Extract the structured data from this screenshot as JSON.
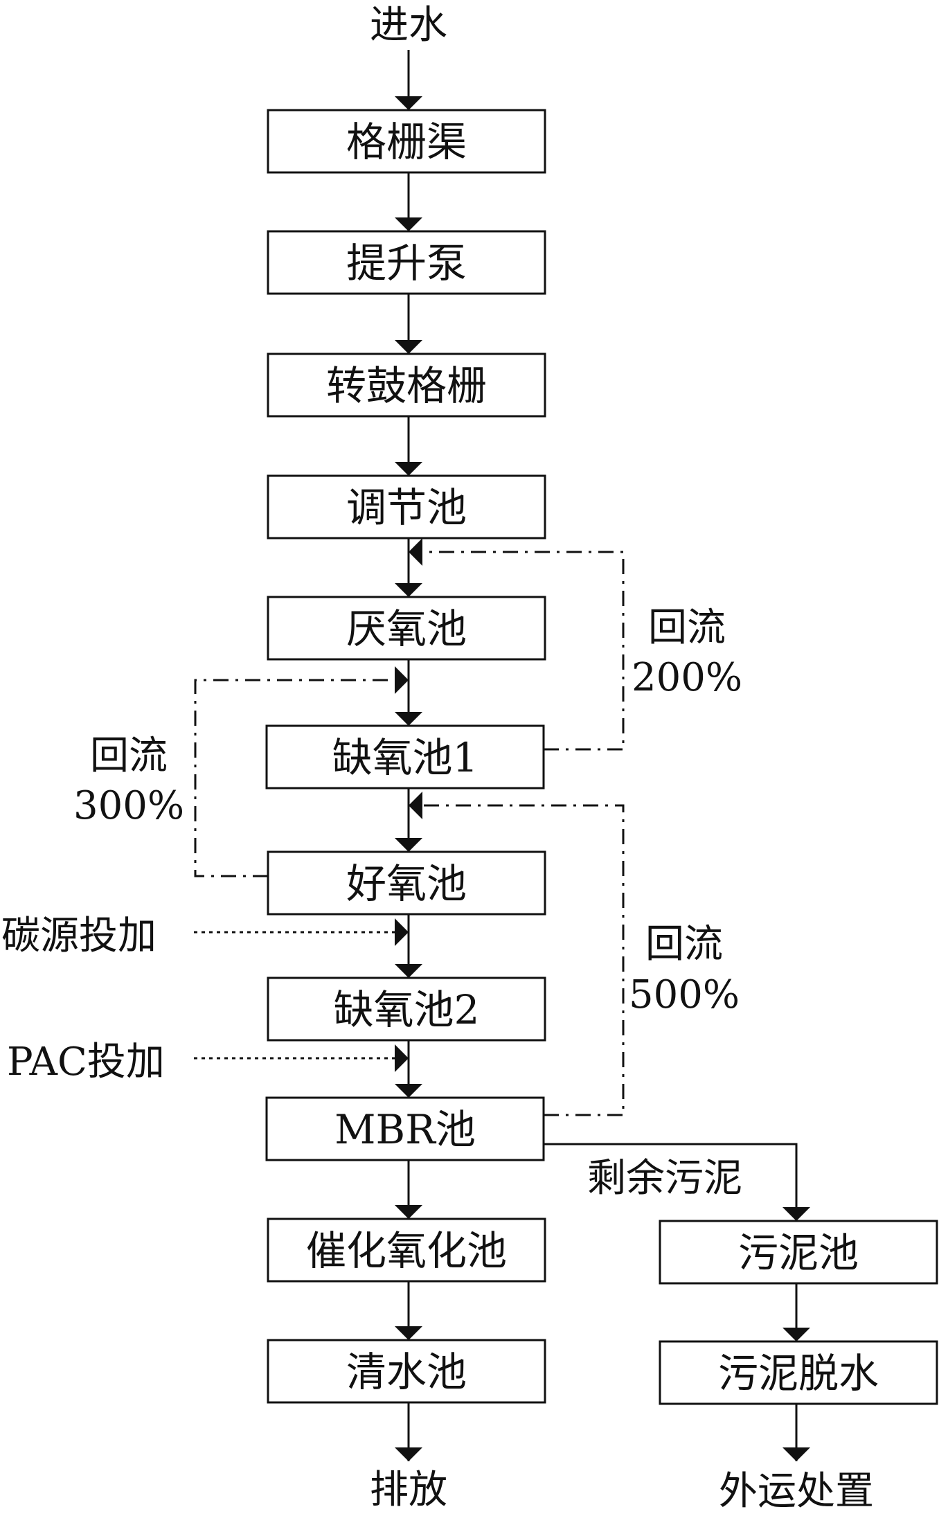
{
  "title": "",
  "nodes": {
    "inlet": "进水",
    "screen_channel": "格栅渠",
    "lift_pump": "提升泵",
    "drum_screen": "转鼓格栅",
    "equalization_tank": "调节池",
    "anaerobic_tank": "厌氧池",
    "anoxic_tank_1": "缺氧池1",
    "aerobic_tank": "好氧池",
    "anoxic_tank_2": "缺氧池2",
    "mbr_tank": "MBR池",
    "catalytic_oxidation_tank": "催化氧化池",
    "clear_water_tank": "清水池",
    "discharge": "排放",
    "sludge_tank": "污泥池",
    "sludge_dewatering": "污泥脱水",
    "external_disposal": "外运处置"
  },
  "inputs": {
    "carbon_dosing": "碳源投加",
    "pac_dosing": "PAC投加"
  },
  "labels": {
    "excess_sludge": "剩余污泥"
  },
  "recycles": {
    "r200": {
      "word": "回流",
      "ratio": "200%"
    },
    "r300": {
      "word": "回流",
      "ratio": "300%"
    },
    "r500": {
      "word": "回流",
      "ratio": "500%"
    }
  }
}
